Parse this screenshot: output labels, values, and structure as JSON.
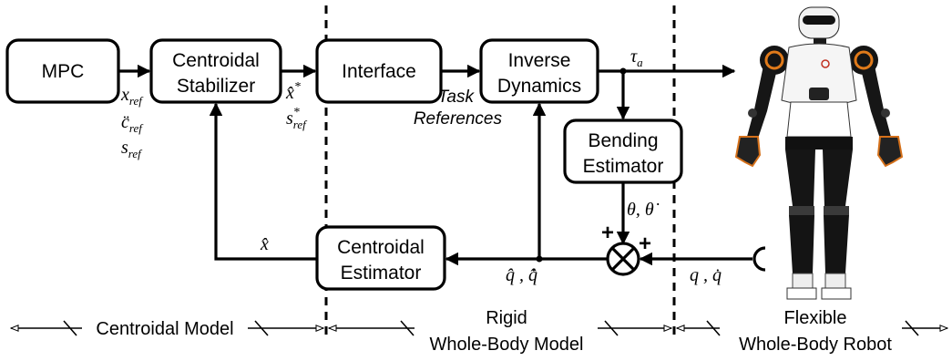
{
  "blocks": {
    "mpc": "MPC",
    "stabilizer_1": "Centroidal",
    "stabilizer_2": "Stabilizer",
    "interface": "Interface",
    "inverse_1": "Inverse",
    "inverse_2": "Dynamics",
    "bending_1": "Bending",
    "bending_2": "Estimator",
    "cest_1": "Centroidal",
    "cest_2": "Estimator"
  },
  "signals": {
    "x_ref": "x",
    "c_ref": "c̈",
    "s_ref": "s",
    "ref_sub": "ref",
    "xhat_star": "x̂",
    "s_star": "s",
    "star": "*",
    "task_1": "Task",
    "task_2": "References",
    "tau": "τ",
    "tau_sub": "a",
    "theta": "θ, θ̇",
    "qhat": "q̂ , q̂̇",
    "q": "q , q̇",
    "xhat": "x̂",
    "plus": "+"
  },
  "zones": {
    "centroidal": "Centroidal Model",
    "rigid_1": "Rigid",
    "rigid_2": "Whole-Body Model",
    "flexible_1": "Flexible",
    "flexible_2": "Whole-Body Robot"
  }
}
